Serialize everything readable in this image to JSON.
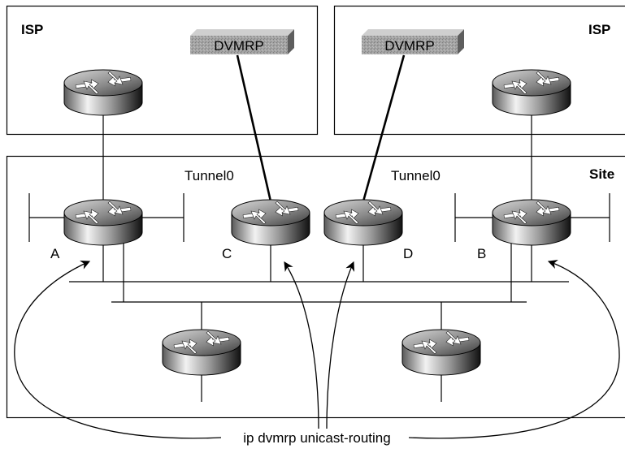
{
  "regions": {
    "isp_left": {
      "label": "ISP"
    },
    "isp_right": {
      "label": "ISP"
    },
    "site": {
      "label": "Site"
    }
  },
  "dvmrp_boxes": [
    {
      "label": "DVMRP"
    },
    {
      "label": "DVMRP"
    }
  ],
  "tunnel_labels": [
    "Tunnel0",
    "Tunnel0"
  ],
  "router_labels": {
    "a": "A",
    "b": "B",
    "c": "C",
    "d": "D"
  },
  "caption": "ip dvmrp unicast-routing",
  "colors": {
    "router_light": "#ececec",
    "router_dark": "#1a1a1a",
    "dvmrp_box": "#9a9a9a",
    "line": "#000000"
  }
}
